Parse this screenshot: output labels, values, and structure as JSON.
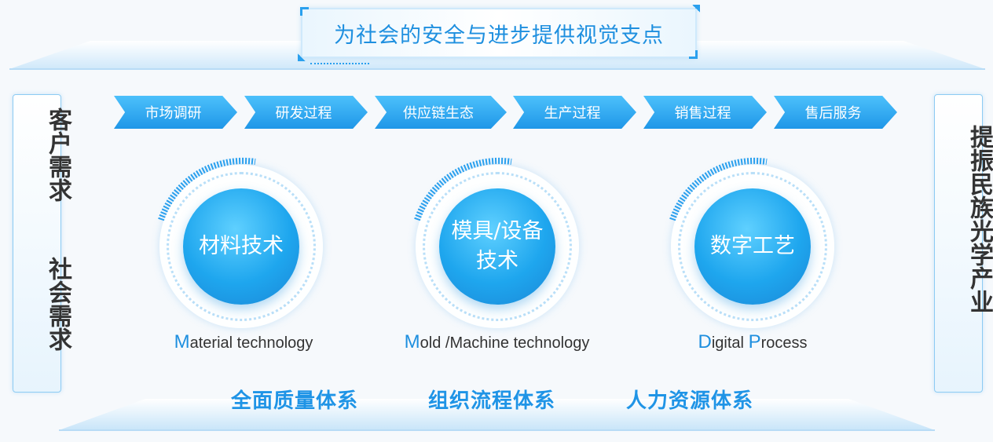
{
  "title": "为社会的安全与进步提供视觉支点",
  "left_panel": {
    "top_text": "客户需求",
    "bottom_text": "社会需求"
  },
  "right_panel": {
    "text": "提振民族光学产业"
  },
  "process_steps": [
    "市场调研",
    "研发过程",
    "供应链生态",
    "生产过程",
    "销售过程",
    "售后服务"
  ],
  "core_technologies": [
    {
      "lines": [
        "材料技术"
      ],
      "caption_initial": "M",
      "caption_rest": "aterial technology"
    },
    {
      "lines": [
        "模具/设备",
        "技术"
      ],
      "caption_initial": "M",
      "caption_rest": "old /Machine technology"
    },
    {
      "lines": [
        "数字工艺"
      ],
      "caption_initial": "D",
      "caption_rest": "igital ",
      "caption_initial2": "P",
      "caption_rest2": "rocess"
    }
  ],
  "support_systems": [
    "全面质量体系",
    "组织流程体系",
    "人力资源体系"
  ],
  "colors": {
    "accent": "#1e8fdf",
    "chevron_top": "#4cc1fb",
    "chevron_bottom": "#1f97e8",
    "circle": "#1ea6ee"
  }
}
